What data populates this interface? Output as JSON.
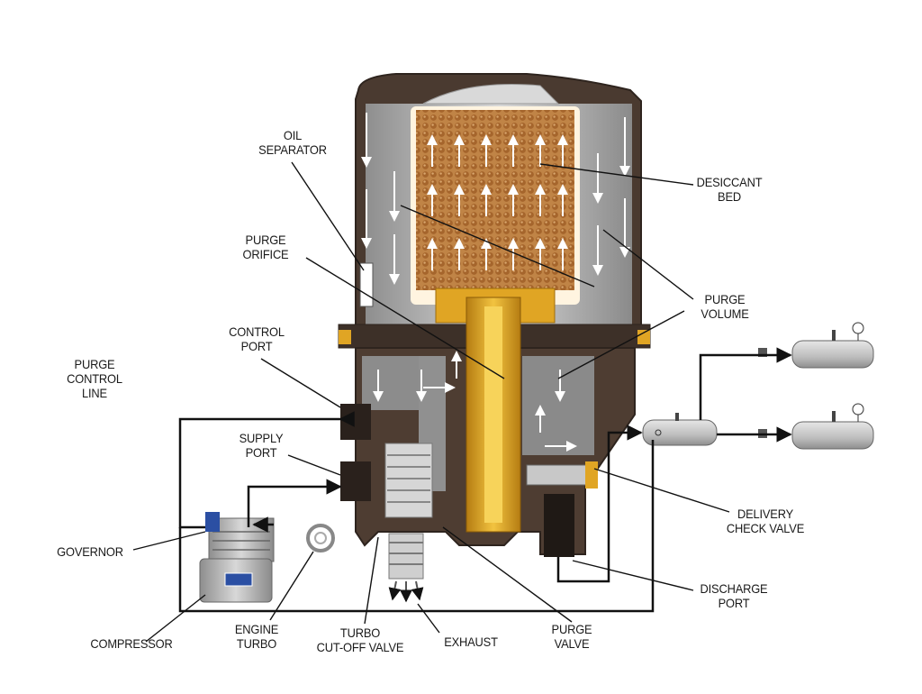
{
  "labels": {
    "oil_separator": [
      "OIL",
      "SEPARATOR"
    ],
    "desiccant_bed": [
      "DESICCANT",
      "BED"
    ],
    "purge_orifice": [
      "PURGE",
      "ORIFICE"
    ],
    "purge_volume": [
      "PURGE",
      "VOLUME"
    ],
    "control_port": [
      "CONTROL",
      "PORT"
    ],
    "purge_control_line": [
      "PURGE",
      "CONTROL",
      "LINE"
    ],
    "supply_port": [
      "SUPPLY",
      "PORT"
    ],
    "delivery_check_valve": [
      "DELIVERY",
      "CHECK VALVE"
    ],
    "governor": "GOVERNOR",
    "discharge_port": [
      "DISCHARGE",
      "PORT"
    ],
    "compressor": "COMPRESSOR",
    "engine_turbo": [
      "ENGINE",
      "TURBO"
    ],
    "turbo_cutoff_valve": [
      "TURBO",
      "CUT-OFF VALVE"
    ],
    "exhaust": "EXHAUST",
    "purge_valve": [
      "PURGE",
      "VALVE"
    ]
  },
  "colors": {
    "housing": "#4a3a30",
    "housing_dark": "#2e241e",
    "desiccant": "#b5783a",
    "cutaway_yellow": "#e0a524",
    "tank": "#c9c9c9",
    "line": "#111111"
  }
}
